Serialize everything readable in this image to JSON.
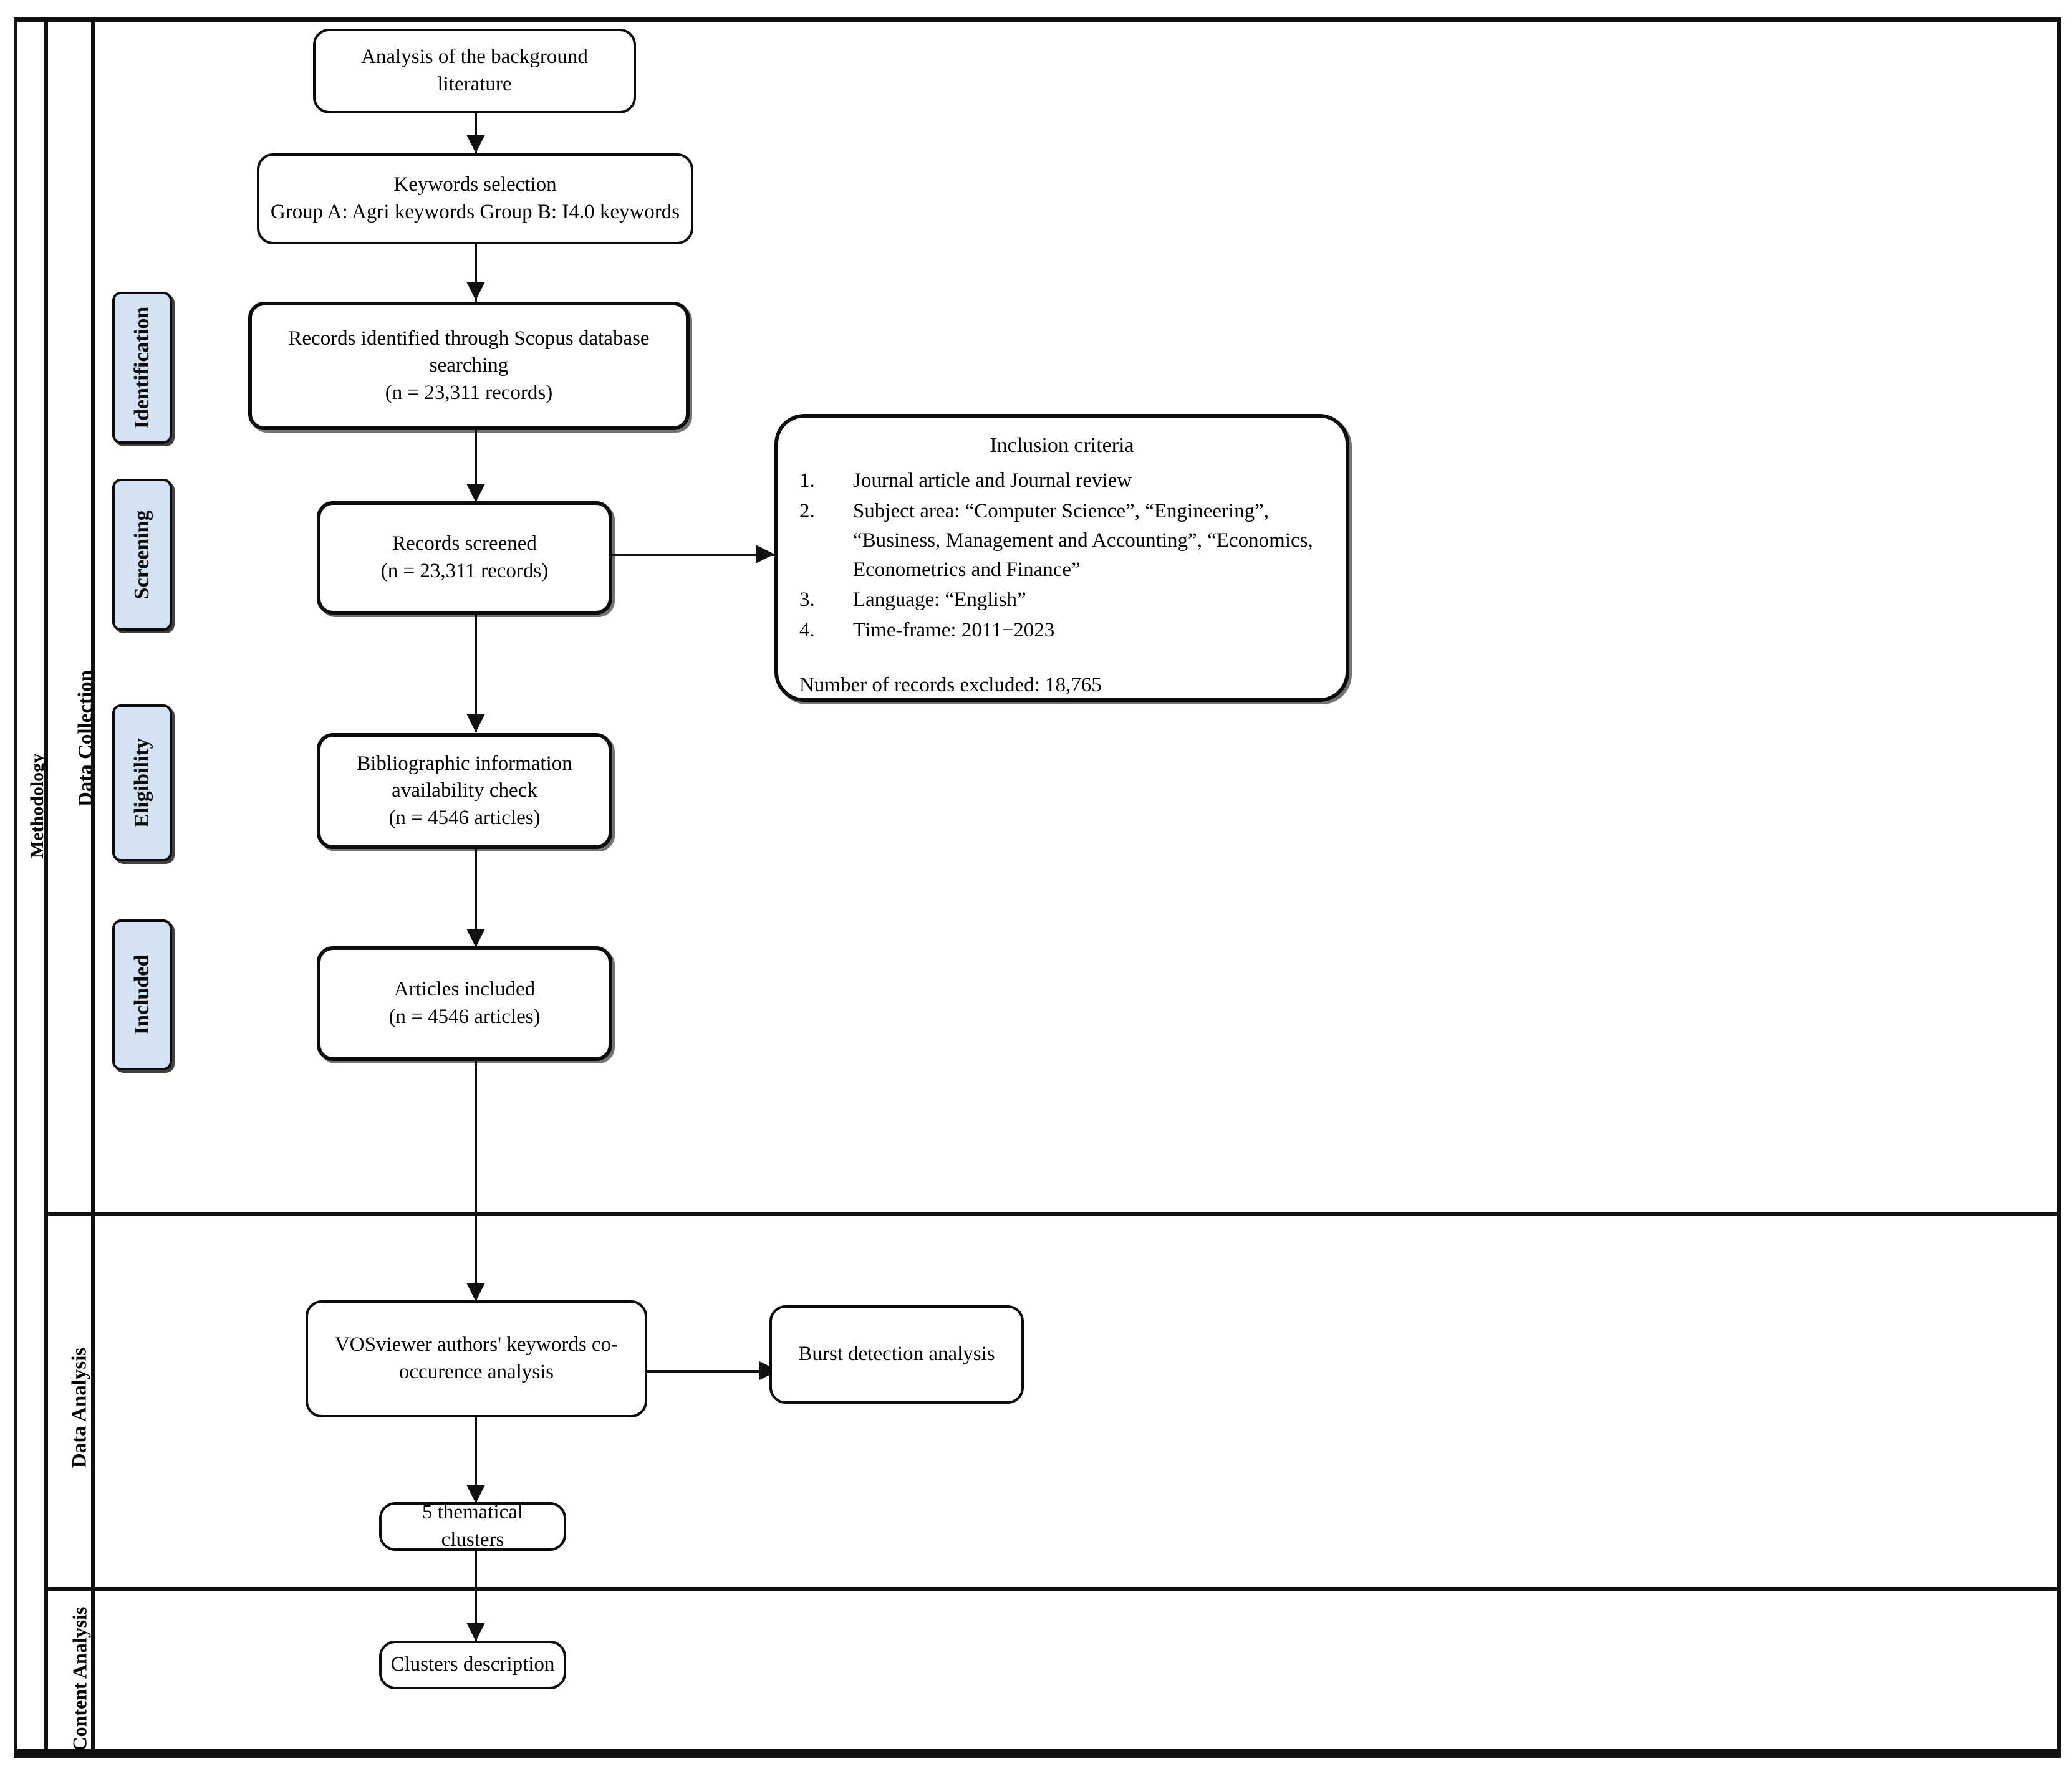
{
  "lanes": {
    "methodology": "Methodology",
    "data_collection": "Data Collection",
    "data_analysis": "Data Analysis",
    "content_analysis": "Content Analysis"
  },
  "stages": [
    {
      "label": "Identification"
    },
    {
      "label": "Screening"
    },
    {
      "label": "Eligibility"
    },
    {
      "label": "Included"
    }
  ],
  "boxes": {
    "background_literature": "Analysis of the background literature",
    "keywords_selection": "Keywords selection\nGroup A: Agri keywords Group B: I4.0 keywords",
    "records_identified": "Records identified through Scopus database searching\n(n = 23,311 records)",
    "records_screened": "Records screened\n(n =  23,311 records)",
    "bibliographic_check": "Bibliographic information\navailability check\n(n = 4546 articles)",
    "articles_included": "Articles included\n(n =  4546 articles)",
    "vosviewer_analysis": "VOSviewer authors' keywords co-occurence analysis",
    "burst_detection": "Burst detection analysis",
    "thematical_clusters": "5 thematical clusters",
    "clusters_description": "Clusters description"
  },
  "criteria": {
    "title": "Inclusion criteria",
    "items": [
      {
        "num": "1.",
        "text": "Journal article and Journal review"
      },
      {
        "num": "2.",
        "text": "Subject area: “Computer Science”, “Engineering”, “Business, Management and Accounting”, “Economics, Econometrics and Finance”"
      },
      {
        "num": "3.",
        "text": "Language: “English”"
      },
      {
        "num": "4.",
        "text": "Time-frame: 2011−2023"
      }
    ],
    "footer": "Number of records excluded: 18,765"
  },
  "colors": {
    "stage_chip_fill": "#d3e3f3",
    "line": "#111111",
    "box_border": "#0b0b0b",
    "background": "#ffffff"
  }
}
